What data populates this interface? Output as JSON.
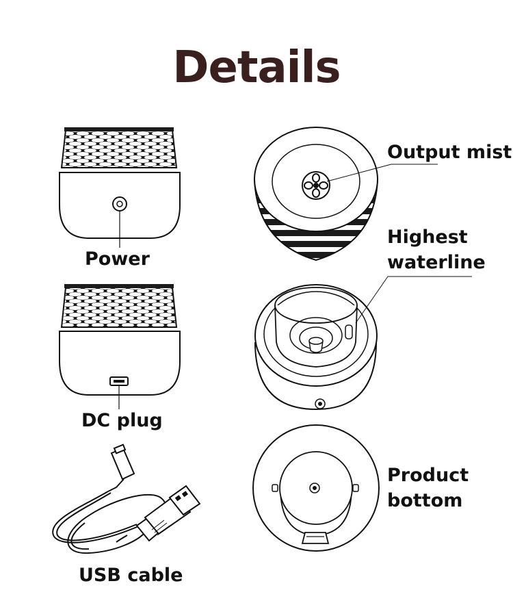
{
  "title": "Details",
  "labels": {
    "power": "Power",
    "dc_plug": "DC plug",
    "usb_cable": "USB cable",
    "output_mist": "Output mist",
    "highest_waterline_1": "Highest",
    "highest_waterline_2": "waterline",
    "product_bottom_1": "Product",
    "product_bottom_2": "bottom"
  },
  "colors": {
    "title": "#3a1f1f",
    "line": "#111111"
  }
}
